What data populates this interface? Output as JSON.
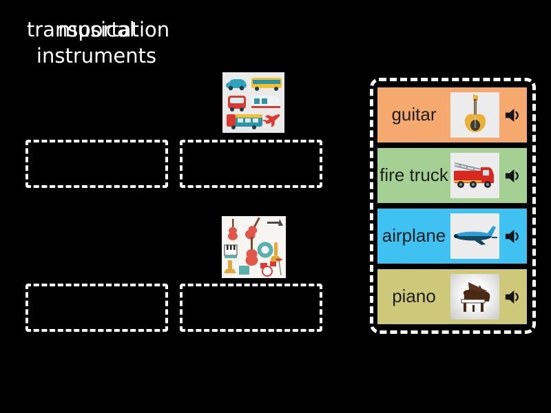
{
  "app": {
    "name": "match-categories-activity",
    "background": "#000000",
    "dash_color": "#ffffff"
  },
  "categories": [
    {
      "label": "transportation",
      "image_icon": "transportation-collage-image",
      "dropzone_count": 2
    },
    {
      "label": "musical instruments",
      "image_icon": "musical-instruments-collage-image",
      "dropzone_count": 2
    }
  ],
  "items": [
    {
      "label": "guitar",
      "bg_color": "#f5a96e",
      "image_icon": "electric-guitar-image",
      "audio_icon": "speaker-icon"
    },
    {
      "label": "fire truck",
      "bg_color": "#a5d093",
      "image_icon": "fire-truck-image",
      "audio_icon": "speaker-icon"
    },
    {
      "label": "airplane",
      "bg_color": "#3fc2f2",
      "image_icon": "airplane-image",
      "audio_icon": "speaker-icon"
    },
    {
      "label": "piano",
      "bg_color": "#cdc87a",
      "image_icon": "grand-piano-image",
      "audio_icon": "speaker-icon"
    }
  ],
  "text_colors": {
    "category_label": "#ffffff",
    "item_label": "#1f1f1f"
  }
}
